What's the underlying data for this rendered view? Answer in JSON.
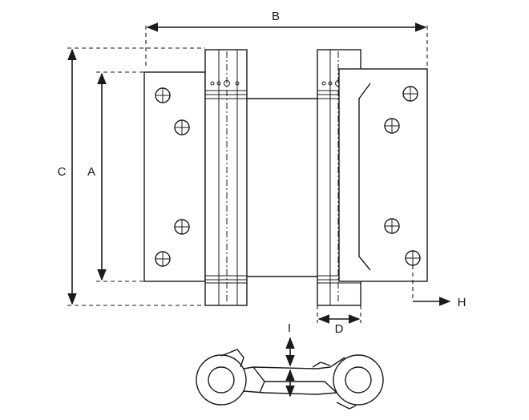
{
  "labels": {
    "a": "A",
    "b": "B",
    "c": "C",
    "d": "D",
    "h": "H",
    "i": "I"
  },
  "colors": {
    "line": "#1a1a1a",
    "background": "#ffffff"
  }
}
